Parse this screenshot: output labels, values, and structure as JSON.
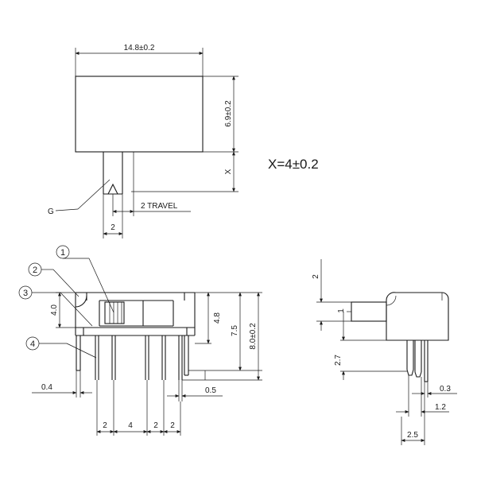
{
  "top_view": {
    "width_dim": "14.8±0.2",
    "height_dim": "6.9±0.2",
    "x_dim": "X",
    "g_label": "G",
    "travel": "2 TRAVEL",
    "actuator_width": "2",
    "note": "X=4±0.2"
  },
  "callouts": {
    "c1": "1",
    "c2": "2",
    "c3": "3",
    "c4": "4"
  },
  "front_view": {
    "dim_body_height": "4.0",
    "dim_4_8": "4.8",
    "dim_7_5": "7.5",
    "dim_total": "8.0±0.2",
    "dim_0_4": "0.4",
    "dim_0_5": "0.5",
    "pitch_1": "2",
    "pitch_2": "4",
    "pitch_3": "2",
    "pitch_4": "2"
  },
  "side_view": {
    "dim_top": "2",
    "dim_1": "1",
    "dim_2_7": "2.7",
    "dim_0_3": "0.3",
    "dim_1_2": "1.2",
    "dim_2_5": "2.5"
  }
}
